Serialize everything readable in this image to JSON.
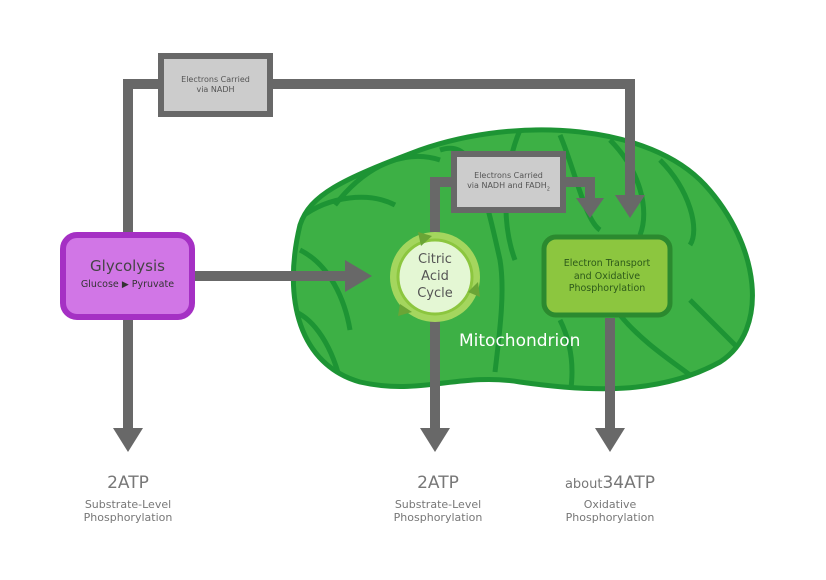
{
  "glycolysis": {
    "title": "Glycolysis",
    "from": "Glucose",
    "to": "Pyruvate"
  },
  "citric_acid_cycle": {
    "line1": "Citric",
    "line2": "Acid",
    "line3": "Cycle"
  },
  "electron_transport": {
    "line1": "Electron Transport",
    "line2": "and Oxidative",
    "line3": "Phosphorylation"
  },
  "nadh_box": {
    "line1": "Electrons Carried",
    "line2": "via NADH"
  },
  "nadh_fadh_box": {
    "line1": "Electrons Carried",
    "line2": "via NADH and FADH",
    "subscript": "2"
  },
  "mitochondrion_label": "Mitochondrion",
  "outputs": [
    {
      "prefix": "",
      "value": "2ATP",
      "line1": "Substrate-Level",
      "line2": "Phosphorylation"
    },
    {
      "prefix": "",
      "value": "2ATP",
      "line1": "Substrate-Level",
      "line2": "Phosphorylation"
    },
    {
      "prefix": "about",
      "value": "34ATP",
      "line1": "Oxidative",
      "line2": "Phosphorylation"
    }
  ],
  "colors": {
    "arrow": "#686868",
    "mito_fill": "#3db045",
    "mito_stroke": "#1d9434",
    "glycolysis_fill": "#d176e6",
    "glycolysis_stroke": "#a530c4",
    "etc_fill": "#8cc63f",
    "etc_stroke": "#2b8a2f",
    "cycle_fill": "#e4f7d4",
    "cycle_ring": "#a4d65e",
    "note_fill": "#cccccc"
  }
}
